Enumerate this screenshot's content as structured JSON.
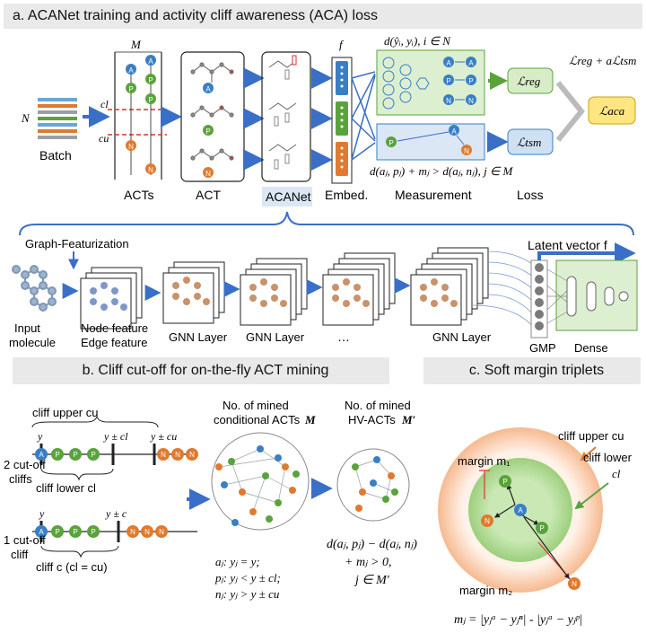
{
  "panel_a": {
    "title": "a. ACANet training and activity cliff awareness (ACA) loss",
    "batch_label": "Batch",
    "n_label": "N",
    "m_label": "M",
    "cl_label": "cl",
    "cu_label": "cu",
    "acts_label": "ACTs",
    "act_label": "ACT",
    "acanet_label": "ACANet",
    "embed_label": "Embed.",
    "f_label": "f",
    "measurement_label": "Measurement",
    "loss_label": "Loss",
    "reg_formula": "d(ŷᵢ, yᵢ), i ∈ N",
    "tsm_formula": "d(aⱼ, pⱼ) + mⱼ > d(aⱼ, nⱼ), j ∈ M",
    "l_reg": "ℒreg",
    "l_tsm": "ℒtsm",
    "l_aca": "ℒaca",
    "l_total": "ℒreg + aℒtsm",
    "graph_feat": "Graph-Featurization",
    "latent": "Latent vector f",
    "input_mol": "Input\nmolecule",
    "node_feat": "Node feature",
    "edge_feat": "Edge feature",
    "gnn1": "GNN Layer",
    "gnn2": "GNN Layer",
    "ellipsis": "…",
    "gnn3": "GNN Layer",
    "gmp": "GMP",
    "dense": "Dense",
    "nodes": {
      "a": "A",
      "p": "P",
      "n": "N"
    }
  },
  "panel_b": {
    "title": "b. Cliff cut-off for on-the-fly ACT mining",
    "cliff_upper": "cliff upper cu",
    "cliff_lower": "cliff lower cl",
    "two_cutoff": "2 cut-off\ncliffs",
    "one_cutoff": "1 cut-off\ncliff",
    "y": "y",
    "y_pm_cl": "y ± cl",
    "y_pm_cu": "y ± cu",
    "y_pm_c": "y ± c",
    "cliff_c": "cliff c (cl = cu)",
    "mined_cond": "No. of mined\nconditional ACTs M",
    "mined_hv": "No. of mined\nHV-ACTs M′",
    "def_a": "aⱼ: yⱼ = y;",
    "def_p": "pⱼ: yⱼ < y ± cl;",
    "def_n": "nⱼ: yⱼ > y ± cu",
    "cond1": "d(aⱼ, pⱼ) − d(aⱼ, nⱼ)",
    "cond2": "+ mⱼ > 0,",
    "cond3": "j ∈ M′"
  },
  "panel_c": {
    "title": "c. Soft margin triplets",
    "margin1": "margin m₁",
    "margin2": "margin m₂",
    "cliff_upper": "cliff upper cu",
    "cliff_lower": "cliff lower",
    "cl": "cl",
    "formula": "mⱼ = |yⱼᵃ − yⱼⁿ| - |yⱼᵃ − yⱼᵖ|"
  },
  "colors": {
    "anchor": "#3a7fc4",
    "positive": "#5aa33c",
    "negative": "#e07a2e",
    "arrow": "#3a6fc8",
    "green_box": "#dcefd0",
    "blue_box": "#dbe7f4",
    "loss_reg": "#d8ecc8",
    "loss_tsm": "#cfe0f2",
    "loss_aca": "#ffe680"
  }
}
